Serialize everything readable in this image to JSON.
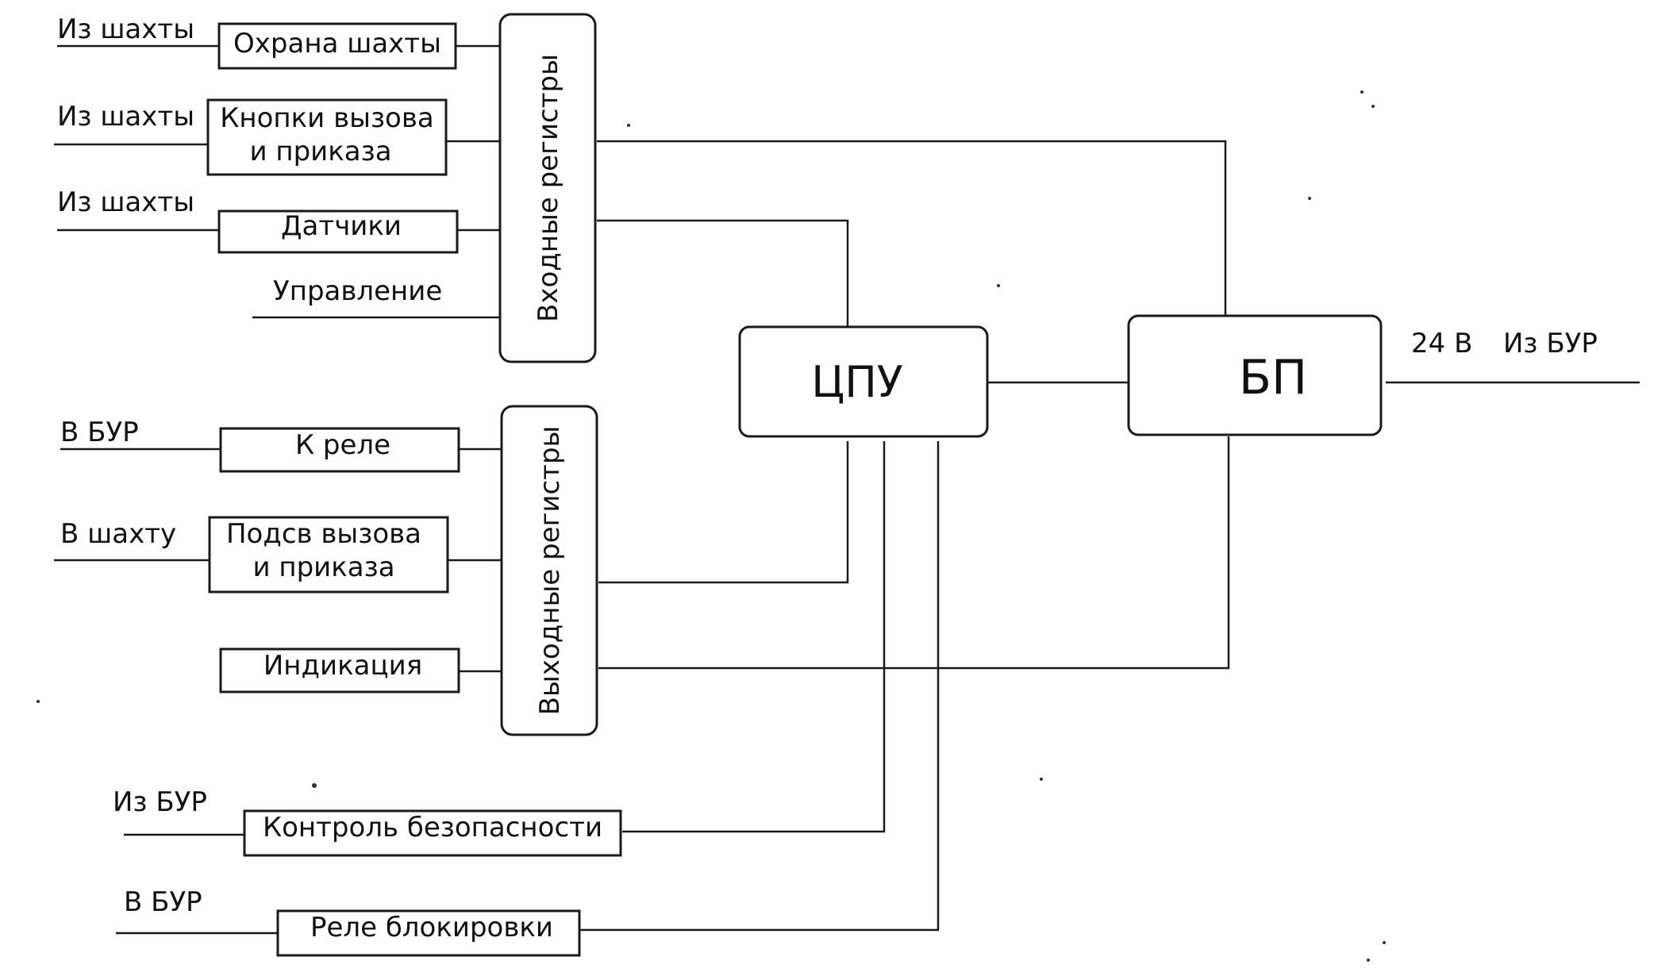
{
  "inputs": {
    "okhrana": {
      "source": "Из шахты",
      "label": "Охрана шахты"
    },
    "knopki": {
      "source": "Из шахты",
      "line1": "Кнопки вызова",
      "line2": "и приказа"
    },
    "datchiki": {
      "source": "Из шахты",
      "label": "Датчики"
    },
    "upravlenie": {
      "label": "Управление"
    }
  },
  "outputs": {
    "rele": {
      "dest": "В БУР",
      "label": "К реле"
    },
    "podsv": {
      "dest": "В шахту",
      "line1": "Подсв вызова",
      "line2": "и приказа"
    },
    "indikatsiya": {
      "label": "Индикация"
    }
  },
  "registers": {
    "input": "Входные регистры",
    "output": "Выходные регистры"
  },
  "cpu": {
    "label": "ЦПУ"
  },
  "psu": {
    "label": "БП",
    "voltage": "24 В",
    "source": "Из БУР"
  },
  "safety": {
    "source": "Из БУР",
    "label": "Контроль безопасности"
  },
  "blocking": {
    "dest": "В БУР",
    "label": "Реле блокировки"
  }
}
